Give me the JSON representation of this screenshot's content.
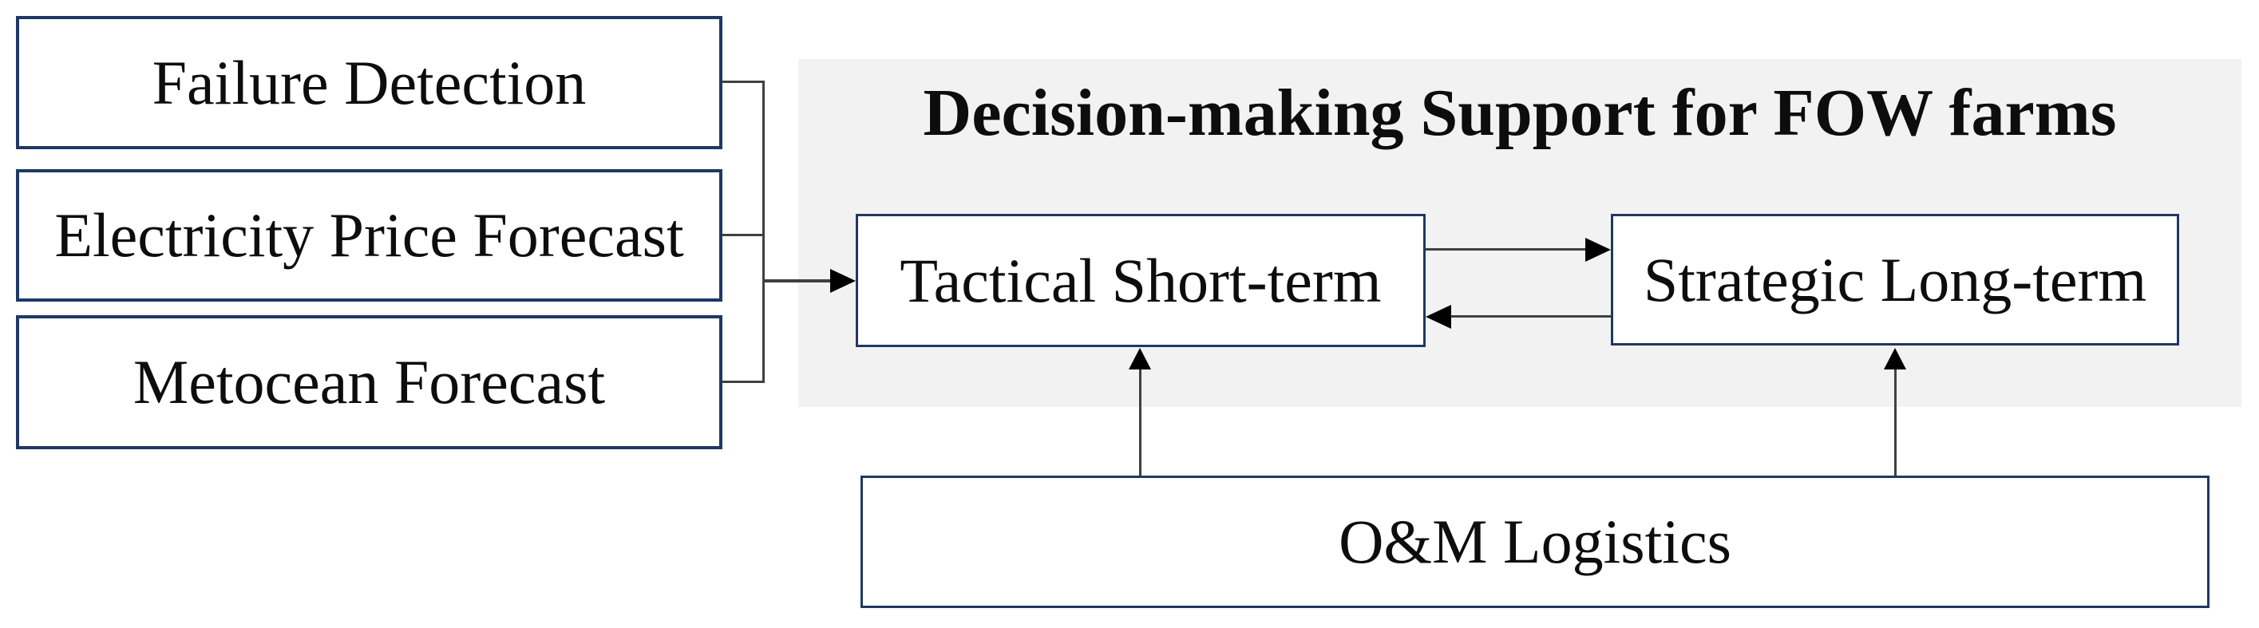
{
  "figure": {
    "background_color": "#ffffff",
    "input_boxes": [
      {
        "label": "Failure Detection"
      },
      {
        "label": "Electricity Price Forecast"
      },
      {
        "label": "Metocean Forecast"
      }
    ],
    "panel": {
      "title": "Decision-making Support for FOW farms",
      "background_color": "#f2f2f2"
    },
    "decision_boxes": [
      {
        "label": "Tactical Short-term"
      },
      {
        "label": "Strategic Long-term"
      }
    ],
    "logistics_box": {
      "label": "O&M Logistics"
    },
    "connections": [
      {
        "from": "input-boxes",
        "to": "tactical-short-term",
        "type": "arrow-right"
      },
      {
        "from": "tactical-short-term",
        "to": "strategic-long-term",
        "type": "arrow-right"
      },
      {
        "from": "strategic-long-term",
        "to": "tactical-short-term",
        "type": "arrow-left"
      },
      {
        "from": "om-logistics",
        "to": "tactical-short-term",
        "type": "arrow-up"
      },
      {
        "from": "om-logistics",
        "to": "strategic-long-term",
        "type": "arrow-up"
      }
    ],
    "colors": {
      "box_border": "#1f3864",
      "box_fill": "#ffffff",
      "connector_line": "#404040",
      "arrowhead": "#000000",
      "text": "#0d0d0d"
    }
  }
}
